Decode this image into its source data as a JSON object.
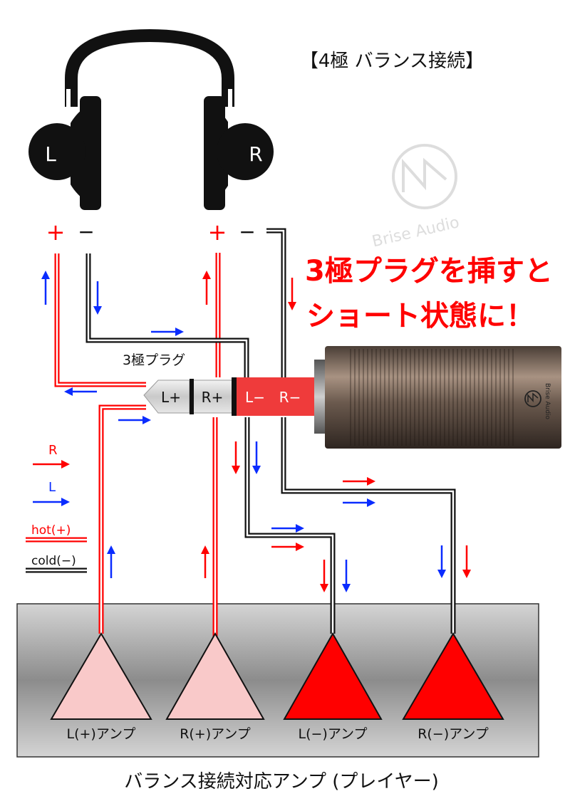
{
  "title": "【4極 バランス接続】",
  "headphone": {
    "left_label": "L",
    "right_label": "R"
  },
  "terminals": {
    "left_plus": "+",
    "left_minus": "−",
    "right_plus": "+",
    "right_minus": "−"
  },
  "warning": {
    "line1": "3極プラグを挿すと",
    "line2": "ショート状態に！"
  },
  "plug": {
    "label": "3極プラグ",
    "segments": [
      "L+",
      "R+",
      "L−",
      "R−"
    ],
    "barrel_brand": "Brise Audio"
  },
  "watermark": {
    "text": "Brise Audio"
  },
  "legend": {
    "r_label": "R",
    "l_label": "L",
    "hot_label": "hot(+)",
    "cold_label": "cold(−)"
  },
  "amps": [
    "L(+)アンプ",
    "R(+)アンプ",
    "L(−)アンプ",
    "R(−)アンプ"
  ],
  "footer": "バランス接続対応アンプ (プレイヤー)",
  "colors": {
    "red": "#ff0000",
    "blue": "#0a2cff",
    "hot_fill": "#f9c9c9",
    "cold_fill": "#ff0000",
    "black": "#111111"
  }
}
